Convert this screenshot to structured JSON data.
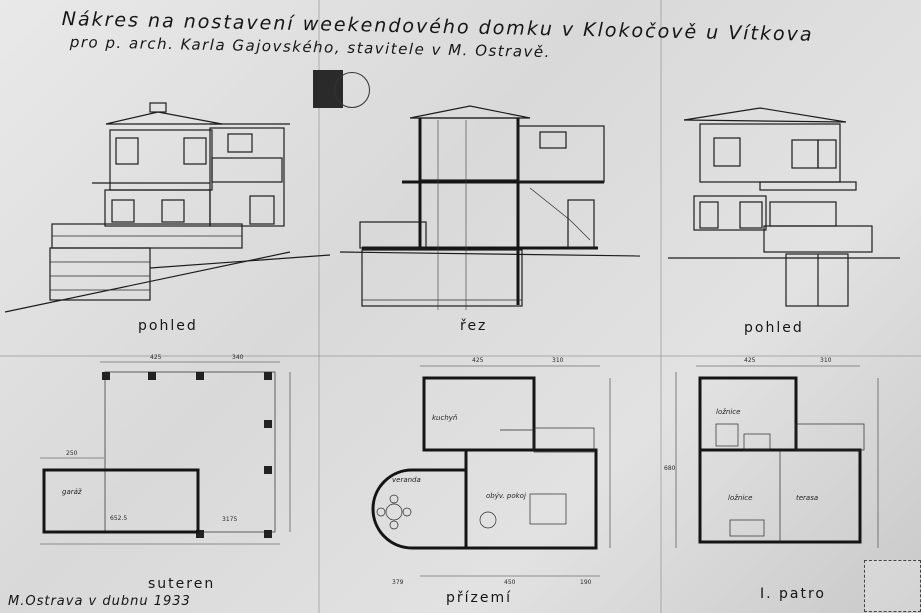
{
  "title": "Nákres na nostavení weekendového domku v Klokočově u Vítkova",
  "subtitle": "pro p. arch. Karla Gajovského, stavitele v M. Ostravě.",
  "labels": {
    "view_left": "pohled",
    "section": "řez",
    "view_right": "pohled",
    "basement": "suteren",
    "ground_floor": "přízemí",
    "first_floor": "I. patro"
  },
  "signature": "M.Ostrava v dubnu 1933",
  "rooms": {
    "garage": "garáž",
    "kitchen": "kuchyň",
    "veranda": "veranda",
    "living_room": "obýv. pokoj",
    "bedroom_top": "ložnice",
    "bedroom": "ložnice",
    "terrace": "terasa"
  },
  "dimensions": {
    "basement_top": [
      "425",
      "340"
    ],
    "basement_left": "250",
    "basement_bottom": "3175",
    "basement_garage": "652.5",
    "ground_top": [
      "425",
      "310"
    ],
    "ground_bottom": [
      "379",
      "450",
      "190"
    ],
    "first_top": [
      "425",
      "310"
    ],
    "first_side": "680"
  }
}
